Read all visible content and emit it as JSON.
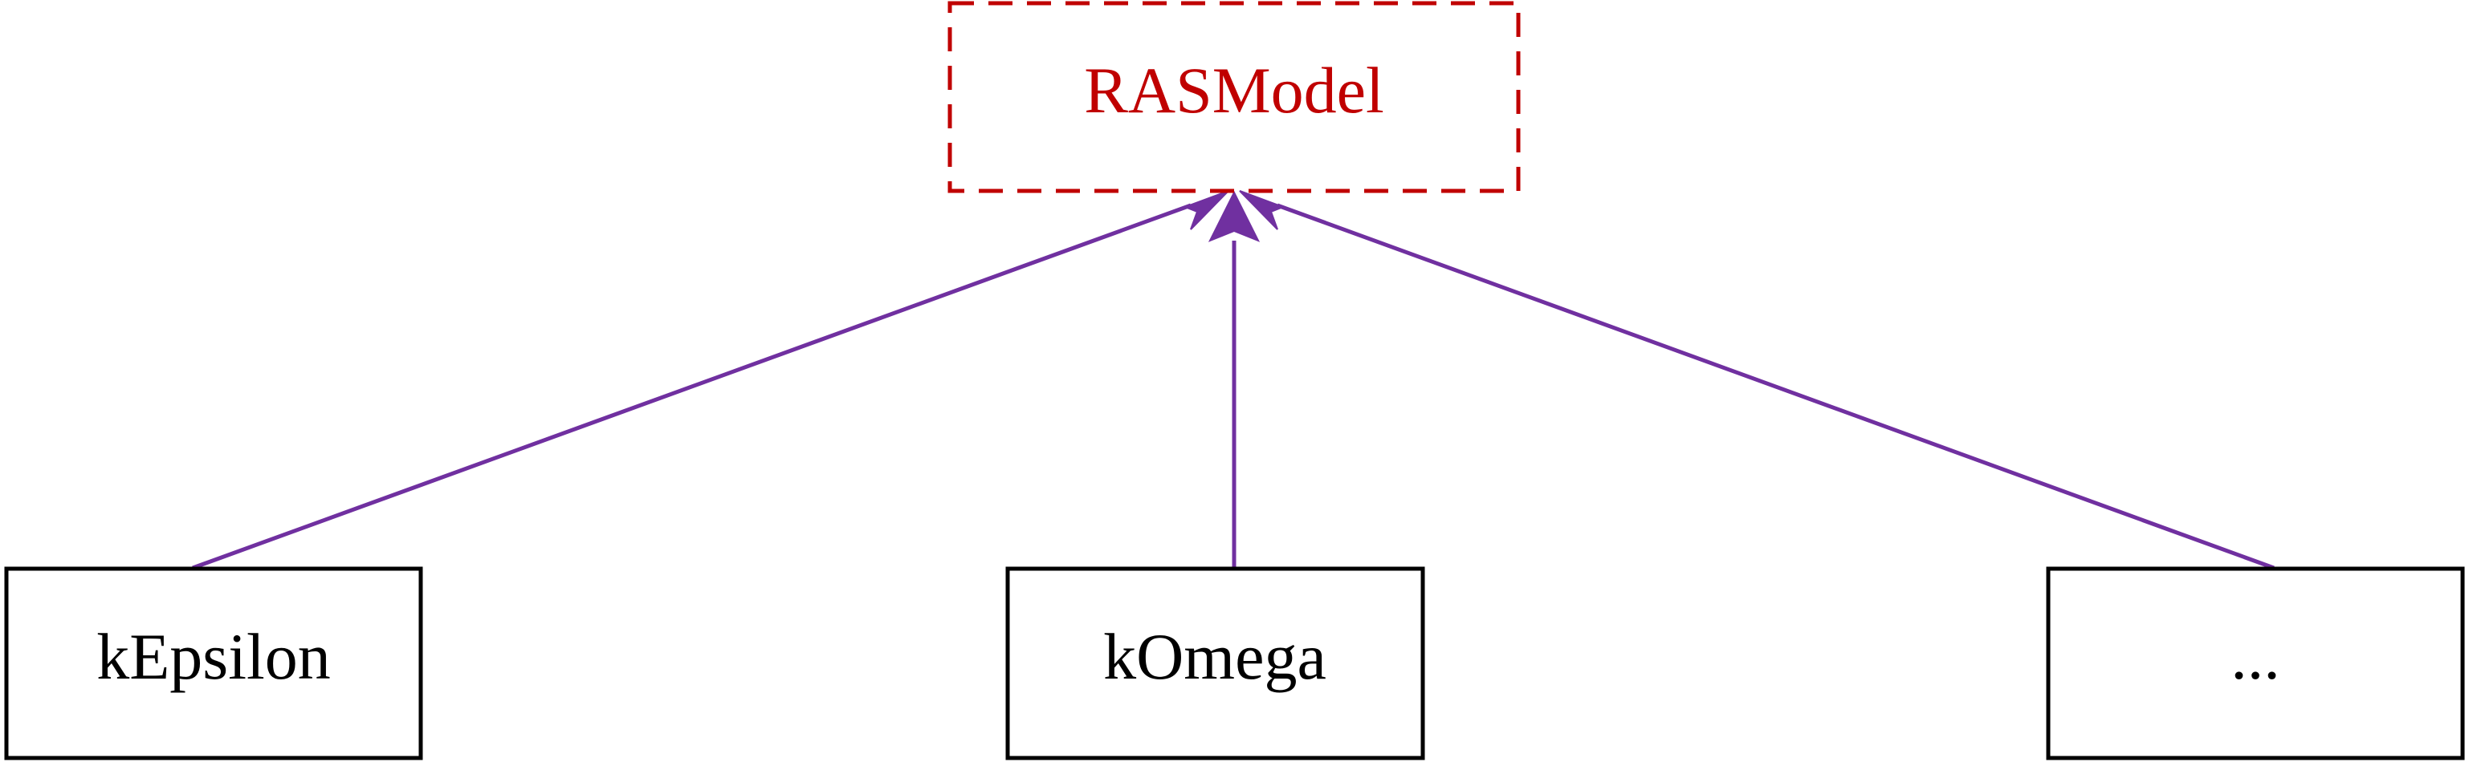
{
  "diagram": {
    "parent": {
      "label": "RASModel",
      "border_style": "dashed",
      "color": "#c00000"
    },
    "children": [
      {
        "label": "kEpsilon"
      },
      {
        "label": "kOmega"
      },
      {
        "label": "..."
      }
    ],
    "colors": {
      "edge": "#7030a0",
      "child_border": "#000000",
      "child_text": "#000000"
    }
  }
}
